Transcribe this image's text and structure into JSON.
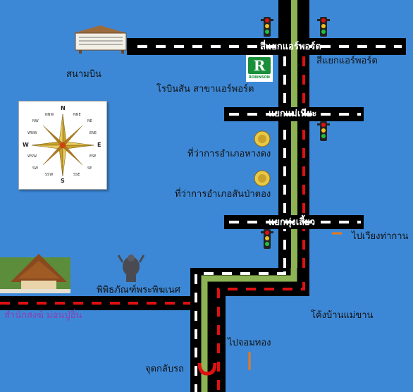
{
  "colors": {
    "background": "#3d88d6",
    "road": "#000000",
    "road_center": "#8db354",
    "dash_white": "#ffffff",
    "dash_red": "#e01010",
    "temple_label": "#8b3fb5",
    "arrow": "#e87a1a"
  },
  "road_labels": {
    "airport_intersection": "สี่แยกแอร์พอร์ต",
    "mae_hia_intersection": "แยกแม่เหียะ",
    "thung_siao_intersection": "แยกทุ่งเสี้ยว"
  },
  "places": {
    "airport": "สนามบิน",
    "airport_intersection_east": "สี่แยกแอร์พอร์ต",
    "robinson": "โรบินสัน สาขาแอร์พอร์ต",
    "hang_dong_office": "ที่ว่าการอำเภอหางดง",
    "san_pa_tong_office": "ที่ว่าการอำเภอสันป่าตอง",
    "to_wiang": "ไปเวียงท่ากาน",
    "museum": "พิพิธภัณฑ์พระพิฆเนศ",
    "temple": "สำนักสงฆ์ ม่อนปู่อิ่น",
    "curve": "โค้งบ้านแม่ขาน",
    "to_chom_thong": "ไปจอมทอง",
    "u_turn": "จุดกลับรถ"
  },
  "logo": {
    "name": "robinson-logo",
    "letter": "R",
    "text": "ROBINSON"
  },
  "compass": {
    "main": [
      "N",
      "E",
      "S",
      "W"
    ],
    "minor": [
      "NNW",
      "NNE",
      "NW",
      "NE",
      "WNW",
      "ENE",
      "WSW",
      "ESE",
      "SW",
      "SE",
      "SSW",
      "SSE"
    ]
  }
}
